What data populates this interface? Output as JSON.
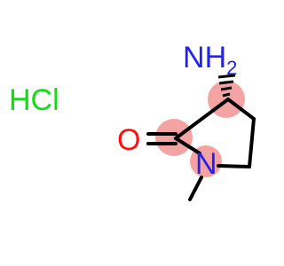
{
  "molecule": {
    "salt": {
      "text": "HCl",
      "color": "#11dd11"
    },
    "amine": {
      "element": "N",
      "h_symbol": "H",
      "h_count": "2",
      "color": "#2222ee"
    },
    "carbonyl_oxygen": {
      "element": "O",
      "color": "#ff1111"
    },
    "ring_nitrogen": {
      "element": "N",
      "color": "#2222ee"
    },
    "highlight_color": "#f4a3a3",
    "bond_color": "#000000"
  }
}
